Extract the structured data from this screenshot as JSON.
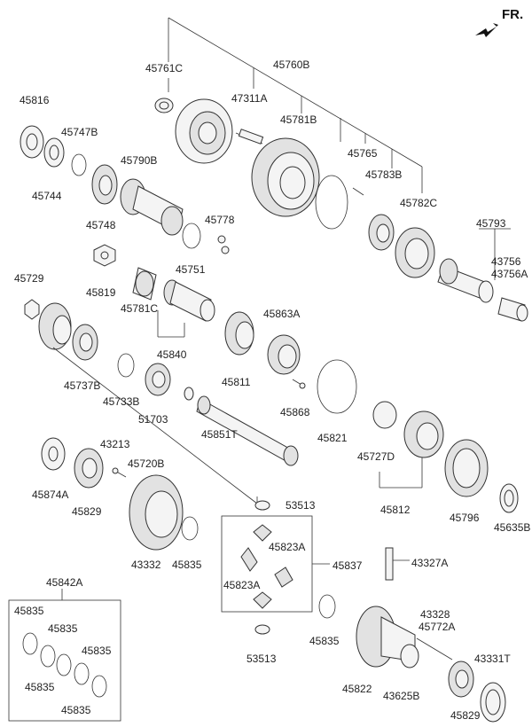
{
  "orientation_label": "FR.",
  "labels": {
    "l45761C": "45761C",
    "l45760B": "45760B",
    "l47311A": "47311A",
    "l45816": "45816",
    "l45747B": "45747B",
    "l45781B": "45781B",
    "l45790B": "45790B",
    "l45765": "45765",
    "l45783B": "45783B",
    "l45744": "45744",
    "l45748": "45748",
    "l45778": "45778",
    "l45782C": "45782C",
    "l45793": "45793",
    "l43756": "43756",
    "l43756A": "43756A",
    "l45751": "45751",
    "l45729": "45729",
    "l45819": "45819",
    "l45781C": "45781C",
    "l45863A": "45863A",
    "l45840": "45840",
    "l45737B": "45737B",
    "l45733B": "45733B",
    "l45811": "45811",
    "l45868": "45868",
    "l51703": "51703",
    "l45851T": "45851T",
    "l45821": "45821",
    "l45727D": "45727D",
    "l43213": "43213",
    "l45720B": "45720B",
    "l45874A": "45874A",
    "l45829a": "45829",
    "l45812": "45812",
    "l45796": "45796",
    "l45635B": "45635B",
    "l53513a": "53513",
    "l45823Aa": "45823A",
    "l45837": "45837",
    "l43332": "43332",
    "l45835a": "45835",
    "l45842A": "45842A",
    "l45823Ab": "45823A",
    "l43327A": "43327A",
    "l45835b": "45835",
    "l45835c": "45835",
    "l45835d": "45835",
    "l45835e": "45835",
    "l45835f": "45835",
    "l43328": "43328",
    "l45772A": "45772A",
    "l45835g": "45835",
    "l53513b": "53513",
    "l43331T": "43331T",
    "l45822": "45822",
    "l43625B": "43625B",
    "l45829b": "45829"
  }
}
